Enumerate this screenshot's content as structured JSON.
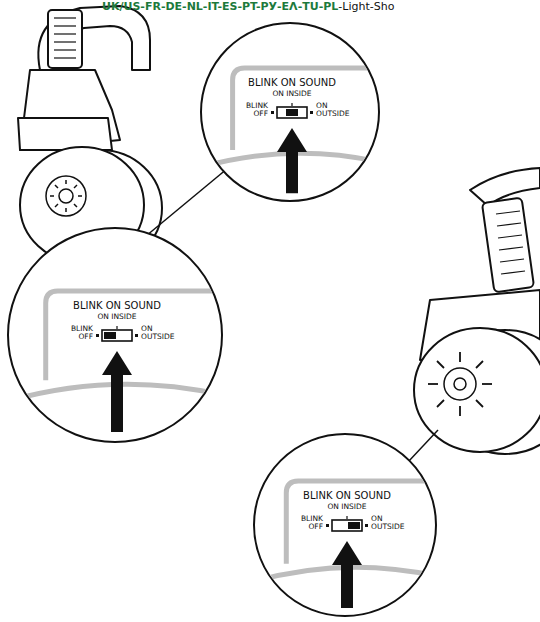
{
  "diagram": {
    "nodes": [
      {
        "text": [
          "BLINK ON SOUND",
          "ON INSIDE",
          "BLINK OFF",
          "ON OUTSIDE"
        ]
      },
      {
        "text": [
          "BLINK ON SOUND",
          "ON INSIDE",
          "BLINK OFF",
          "ON OUTSIDE"
        ]
      },
      {
        "text": [
          "BLINK ON SOUND",
          "ON INSIDE",
          "BLINK OFF",
          "ON OUTSIDE"
        ]
      }
    ],
    "labels": [
      "UK/US-FR-DE-NL-IT-ES-PT-РУ-ΕΛ-TU-PL",
      "-Light-Sho"
    ]
  }
}
